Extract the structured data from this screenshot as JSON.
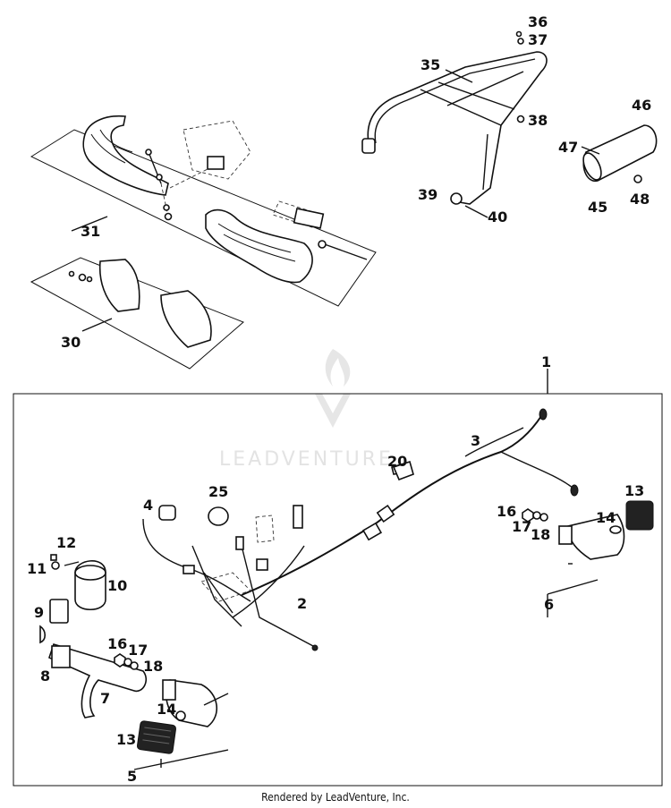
{
  "watermark": {
    "text": "LEADVENTURE"
  },
  "footer": {
    "text": "Rendered by LeadVenture, Inc."
  },
  "callouts": {
    "c1": "1",
    "c2": "2",
    "c3": "3",
    "c4": "4",
    "c5": "5",
    "c6": "6",
    "c7": "7",
    "c8": "8",
    "c9": "9",
    "c10": "10",
    "c11": "11",
    "c12": "12",
    "c13a": "13",
    "c13b": "13",
    "c14a": "14",
    "c14b": "14",
    "c16a": "16",
    "c16b": "16",
    "c17a": "17",
    "c17b": "17",
    "c18a": "18",
    "c18b": "18",
    "c20": "20",
    "c25": "25",
    "c30": "30",
    "c31": "31",
    "c35": "35",
    "c36": "36",
    "c37": "37",
    "c38": "38",
    "c39": "39",
    "c40": "40",
    "c45": "45",
    "c46": "46",
    "c47": "47",
    "c48": "48"
  }
}
